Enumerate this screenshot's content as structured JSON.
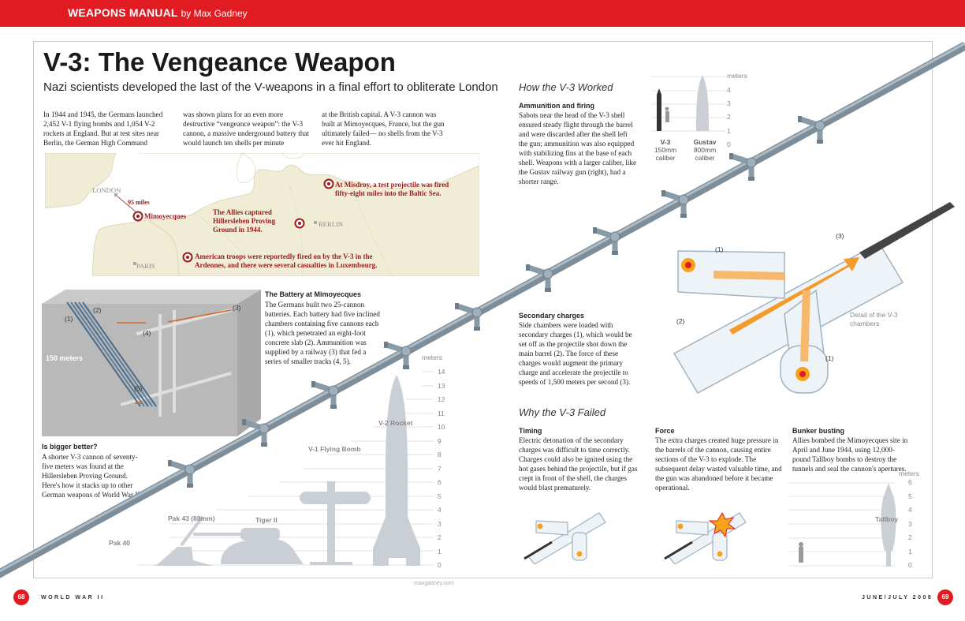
{
  "header": {
    "section": "WEAPONS MANUAL",
    "byline": "by Max Gadney"
  },
  "title": "V-3: The Vengeance Weapon",
  "deck": "Nazi scientists developed the last of the V-weapons in a final effort to obliterate London",
  "intro": {
    "col1": "In 1944 and 1945, the Germans launched 2,452 V-1 flying bombs and 1,054 V-2 rockets at England. But at test sites near Berlin, the German High Command",
    "col2": "was shown plans for an even more destructive “vengeance weapon”: the V-3 cannon, a massive underground battery that would launch ten shells per minute",
    "col3": "at the British capital. A V-3 cannon was built at Mimoyecques, France, but the gun ultimately failed— no shells from the V-3 ever hit England."
  },
  "map": {
    "london": "LONDON",
    "distance": "95 miles",
    "mimoyecques": "Mimoyecques",
    "paris": "PARIS",
    "berlin": "BERLIN",
    "misdroy": "At Misdroy, a test projectile was fired fifty-eight miles into the Baltic Sea.",
    "hillersleben": "The Allies captured Hillersleben Proving Ground in 1944.",
    "ardennes": "American troops were reportedly fired on by the V-3 in the Ardennes, and there were several casualties in Luxembourg."
  },
  "battery": {
    "heading": "The Battery at Mimoyecques",
    "text": "The Germans built two 25-cannon batteries. Each battery had five inclined chambers containing five cannons each (1), which penetrated an eight-foot concrete slab (2). Ammunition was supplied by a railway (3) that fed a series of smaller tracks (4, 5).",
    "depth": "150 meters",
    "callouts": [
      "(1)",
      "(2)",
      "(3)",
      "(4)",
      "(5)"
    ]
  },
  "bigger": {
    "heading": "Is bigger better?",
    "text": "A shorter V-3 cannon of seventy-five meters was found at the Hillersleben Proving Ground. Here's how it stacks up to other German weapons of World War II."
  },
  "comparison": {
    "unit": "meters",
    "ticks": [
      "14",
      "13",
      "12",
      "11",
      "10",
      "9",
      "8",
      "7",
      "6",
      "5",
      "4",
      "3",
      "2",
      "1",
      "0"
    ],
    "weapons": {
      "v2": "V-2 Rocket",
      "v1": "V-1 Flying Bomb",
      "pak43": "Pak 43 (88mm)",
      "tiger": "Tiger II",
      "pak40": "Pak 40"
    }
  },
  "how": {
    "heading": "How the V-3 Worked",
    "ammo_heading": "Ammunition and firing",
    "ammo_text": "Sabots near the head of the V-3 shell ensured steady flight through the barrel and were discarded after the shell left the gun; ammunition was also equipped with stabilizing fins at the base of each shell. Weapons with a larger caliber, like the Gustav railway gun (right), had a shorter range.",
    "secondary_heading": "Secondary charges",
    "secondary_text": "Side chambers were loaded with secondary charges (1), which would be set off as the projectile shot down the main barrel (2). The force of these charges would augment the primary charge and accelerate the projectile to speeds of 1,500 meters per second (3).",
    "detail_label": "Detail of the V-3 chambers",
    "chamber_callouts": [
      "(1)",
      "(2)",
      "(3)",
      "(1)"
    ]
  },
  "shells": {
    "unit": "meters",
    "ticks": [
      "4",
      "3",
      "2",
      "1",
      "0"
    ],
    "v3": "V-3",
    "v3_caliber": "150mm caliber",
    "gustav": "Gustav",
    "gustav_caliber": "800mm caliber"
  },
  "why": {
    "heading": "Why the V-3 Failed",
    "timing_heading": "Timing",
    "timing_text": "Electric detonation of the secondary charges was difficult to time correctly. Charges could also be ignited using the hot gases behind the projectile, but if gas crept in front of the shell, the charges would blast prematurely.",
    "force_heading": "Force",
    "force_text": "The extra charges created huge pressure in the barrels of the cannon, causing entire sections of the V-3 to explode. The subsequent delay wasted valuable time, and the gun was abandoned before it became operational.",
    "bunker_heading": "Bunker busting",
    "bunker_text": "Allies bombed the Mimoyecques site in April and June 1944, using 12,000-pound Tallboy bombs to destroy the tunnels and seal the cannon's apertures."
  },
  "tallboy": {
    "unit": "meters",
    "ticks": [
      "6",
      "5",
      "4",
      "3",
      "2",
      "1",
      "0"
    ],
    "label": "Tallboy"
  },
  "footer": {
    "left_page": "68",
    "left_text": "WORLD WAR II",
    "center": "maxgadney.com",
    "right_text": "JUNE/JULY 2008",
    "right_page": "69"
  },
  "colors": {
    "accent": "#e01b22",
    "barrel": "#8a9ba8",
    "map_land": "#f1ecd6",
    "silhouette": "#c9cfd4"
  }
}
